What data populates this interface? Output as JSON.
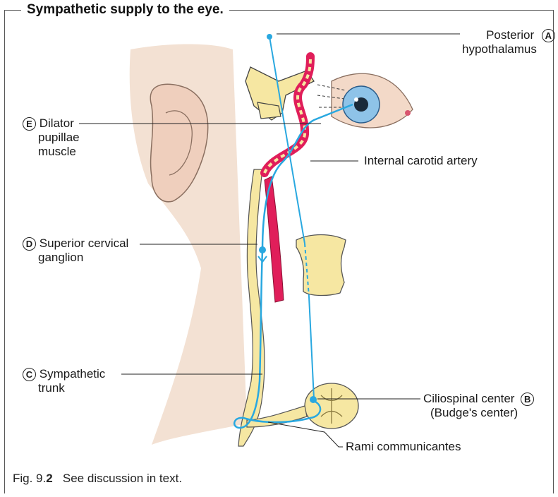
{
  "title": "Sympathetic supply to the eye.",
  "labels": {
    "A": {
      "letter": "A",
      "line1": "Posterior",
      "line2": "hypothalamus"
    },
    "B": {
      "letter": "B",
      "line1": "Ciliospinal center",
      "line2": "(Budge's center)"
    },
    "C": {
      "letter": "C",
      "line1": "Sympathetic",
      "line2": "trunk"
    },
    "D": {
      "letter": "D",
      "line1": "Superior cervical",
      "line2": "ganglion"
    },
    "E": {
      "letter": "E",
      "line1": "Dilator",
      "line2": "pupillae",
      "line3": "muscle"
    },
    "internal_carotid": "Internal carotid artery",
    "rami": "Rami communicantes"
  },
  "caption": {
    "prefix": "Fig. 9.",
    "number": "2",
    "text": "See discussion in text."
  },
  "colors": {
    "nerve": "#29a8e0",
    "artery": "#e01e5a",
    "bone": "#f6e7a2",
    "skin": "#f1dccc",
    "outline": "#333333"
  }
}
